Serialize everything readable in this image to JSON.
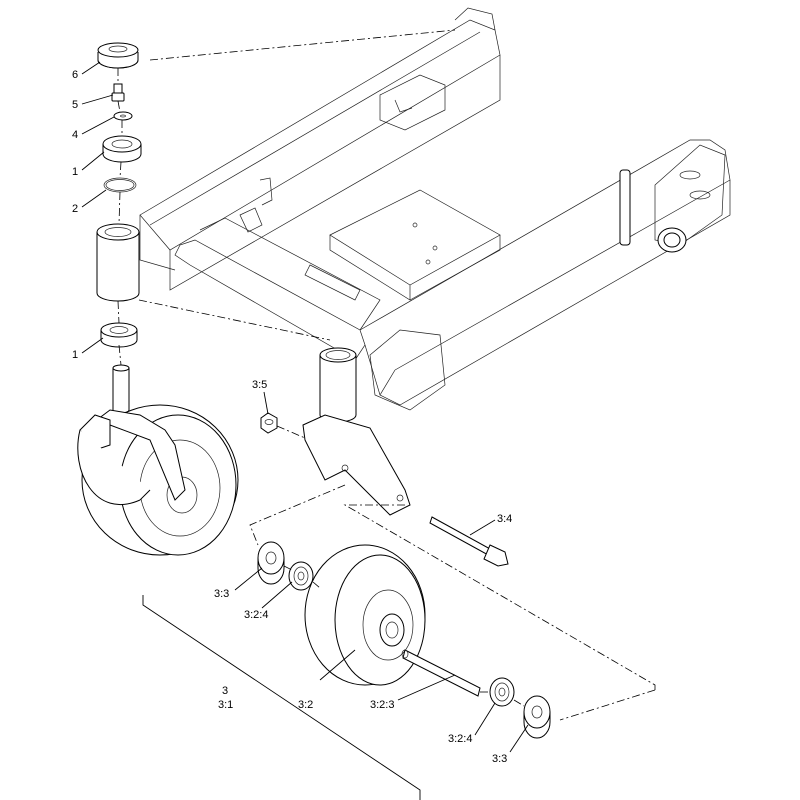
{
  "callouts": {
    "c6": "6",
    "c5": "5",
    "c4": "4",
    "c1a": "1",
    "c2": "2",
    "c1b": "1",
    "c3_5": "3:5",
    "c3_4": "3:4",
    "c3_3a": "3:3",
    "c3_2_4a": "3:2:4",
    "c3": "3",
    "c3_1": "3:1",
    "c3_2": "3:2",
    "c3_2_3": "3:2:3",
    "c3_2_4b": "3:2:4",
    "c3_3b": "3:3"
  },
  "colors": {
    "line": "#000000",
    "background": "#ffffff"
  }
}
